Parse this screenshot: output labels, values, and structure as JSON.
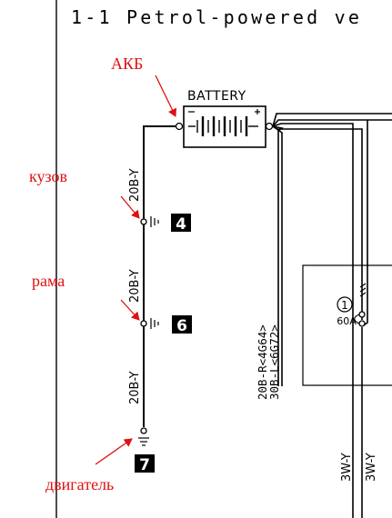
{
  "title": "1-1 Petrol-powered ve",
  "battery": {
    "label": "BATTERY",
    "minus": "−",
    "plus": "+"
  },
  "annotations": {
    "battery": "АКБ",
    "body": "кузов",
    "frame": "рама",
    "engine": "двигатель",
    "color": "#e01010"
  },
  "grounds": [
    {
      "id": "4",
      "wire": "20B-Y"
    },
    {
      "id": "6",
      "wire": "20B-Y"
    },
    {
      "id": "7",
      "wire": "20B-Y"
    }
  ],
  "main_wire": {
    "line1": "20B-R<4G64>",
    "line2": "30B-L<6G72>"
  },
  "fuse": {
    "number": "1",
    "rating": "60A"
  },
  "lower_wires": [
    "3W-Y",
    "3W-Y"
  ]
}
